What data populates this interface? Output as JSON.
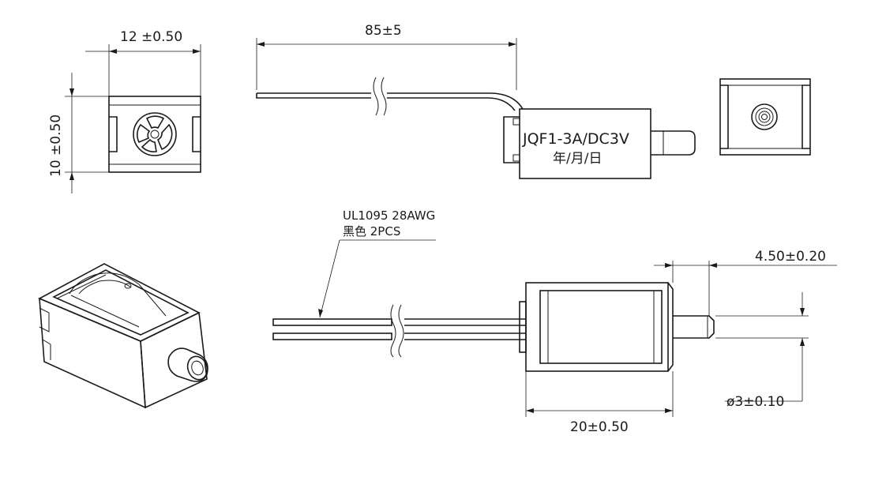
{
  "dimensions": {
    "width_top": "12 ±0.50",
    "height_left": "10 ±0.50",
    "lead_length": "85±5",
    "plunger_extension": "4.50±0.20",
    "plunger_diameter": "ø3±0.10",
    "body_length": "20±0.50"
  },
  "wire": {
    "spec": "UL1095  28AWG",
    "color_qty": "黑色  2PCS"
  },
  "label": {
    "model": "JQF1-3A/DC3V",
    "date": "年/月/日"
  }
}
